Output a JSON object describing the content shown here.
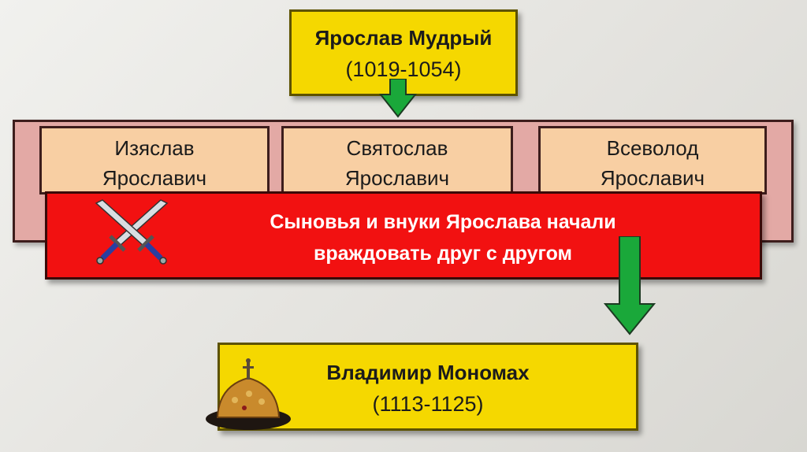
{
  "top": {
    "name": "Ярослав Мудрый",
    "years": "(1019-1054)"
  },
  "sons": [
    {
      "first": "Изяслав",
      "patronymic": "Ярославич"
    },
    {
      "first": "Святослав",
      "patronymic": "Ярославич"
    },
    {
      "first": "Всеволод",
      "patronymic": "Ярославич"
    }
  ],
  "feud": {
    "line1": "Сыновья и внуки Ярослава начали",
    "line2": "враждовать друг с другом"
  },
  "bottom": {
    "name": "Владимир Мономах",
    "years": "(1113-1125)"
  },
  "icons": {
    "swords": "crossed-swords-icon",
    "crown": "monomakh-cap-icon",
    "arrow": "down-arrow-icon"
  },
  "colors": {
    "ruler_box": "#f5d800",
    "son_box": "#f8cfa3",
    "frame": "#e3a9a5",
    "feud_box": "#f21111",
    "arrow": "#1aa83a"
  }
}
